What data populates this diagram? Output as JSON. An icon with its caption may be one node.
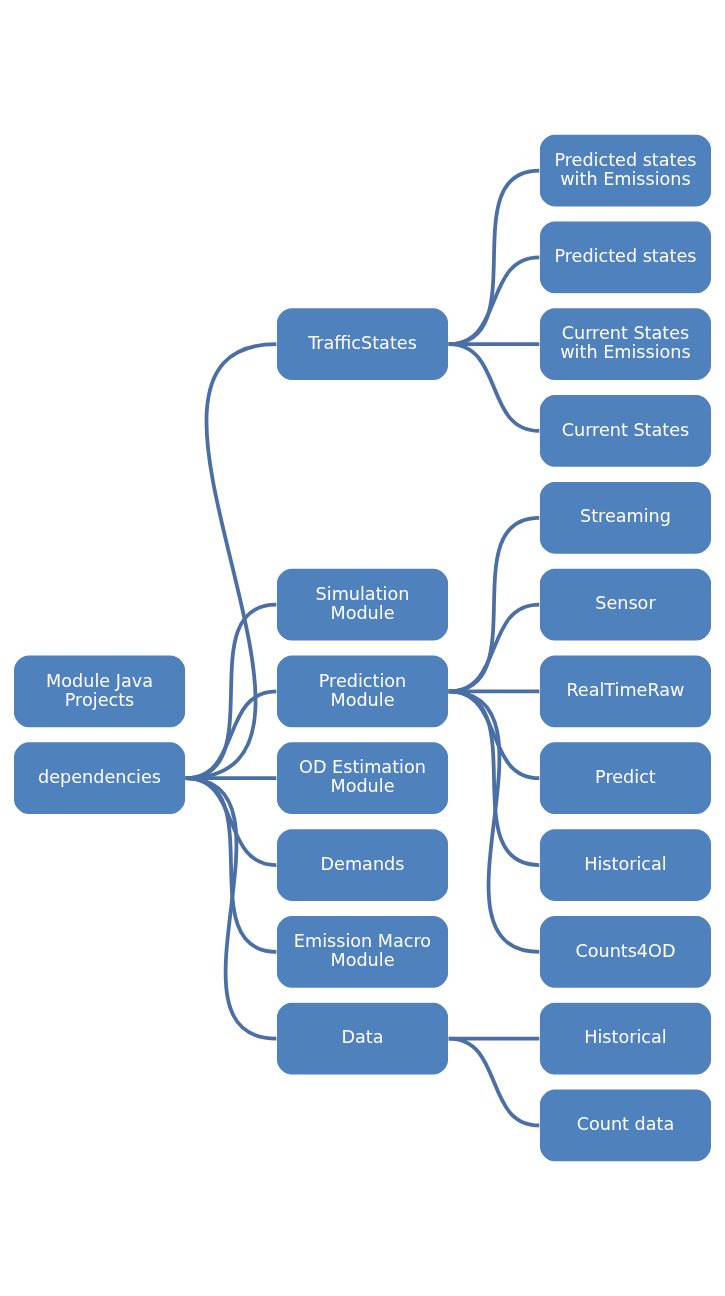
{
  "diagram": {
    "nodes": [
      {
        "text": [
          "dependencies"
        ]
      },
      {
        "text": [
          "Module Java Projects"
        ]
      },
      {
        "text": [
          "TrafficStates"
        ]
      },
      {
        "text": [
          "Simulation Module"
        ]
      },
      {
        "text": [
          "Prediction Module"
        ]
      },
      {
        "text": [
          "OD Estimation Module"
        ]
      },
      {
        "text": [
          "Demands"
        ]
      },
      {
        "text": [
          "Emission Macro Module"
        ]
      },
      {
        "text": [
          "Data"
        ]
      },
      {
        "text": [
          "Predicted states with Emissions"
        ]
      },
      {
        "text": [
          "Predicted states"
        ]
      },
      {
        "text": [
          "Current States with Emissions"
        ]
      },
      {
        "text": [
          "Current States"
        ]
      },
      {
        "text": [
          "Streaming"
        ]
      },
      {
        "text": [
          "Sensor"
        ]
      },
      {
        "text": [
          "RealTimeRaw"
        ]
      },
      {
        "text": [
          "Predict"
        ]
      },
      {
        "text": [
          "Historical"
        ]
      },
      {
        "text": [
          "Counts4OD"
        ]
      },
      {
        "text": [
          "Historical"
        ]
      },
      {
        "text": [
          "Count data"
        ]
      }
    ],
    "edges": [
      {
        "from": 0,
        "to": 2,
        "arrow": "none"
      },
      {
        "from": 0,
        "to": 3,
        "arrow": "none"
      },
      {
        "from": 0,
        "to": 4,
        "arrow": "none"
      },
      {
        "from": 0,
        "to": 5,
        "arrow": "none"
      },
      {
        "from": 0,
        "to": 6,
        "arrow": "none"
      },
      {
        "from": 0,
        "to": 7,
        "arrow": "none"
      },
      {
        "from": 0,
        "to": 8,
        "arrow": "none"
      },
      {
        "from": 2,
        "to": 9,
        "arrow": "none"
      },
      {
        "from": 2,
        "to": 10,
        "arrow": "none"
      },
      {
        "from": 2,
        "to": 11,
        "arrow": "none"
      },
      {
        "from": 2,
        "to": 12,
        "arrow": "none"
      },
      {
        "from": 4,
        "to": 13,
        "arrow": "none"
      },
      {
        "from": 4,
        "to": 14,
        "arrow": "none"
      },
      {
        "from": 4,
        "to": 15,
        "arrow": "none"
      },
      {
        "from": 4,
        "to": 16,
        "arrow": "none"
      },
      {
        "from": 4,
        "to": 17,
        "arrow": "none"
      },
      {
        "from": 4,
        "to": 18,
        "arrow": "none"
      },
      {
        "from": 8,
        "to": 19,
        "arrow": "none"
      },
      {
        "from": 8,
        "to": 20,
        "arrow": "none"
      }
    ]
  }
}
